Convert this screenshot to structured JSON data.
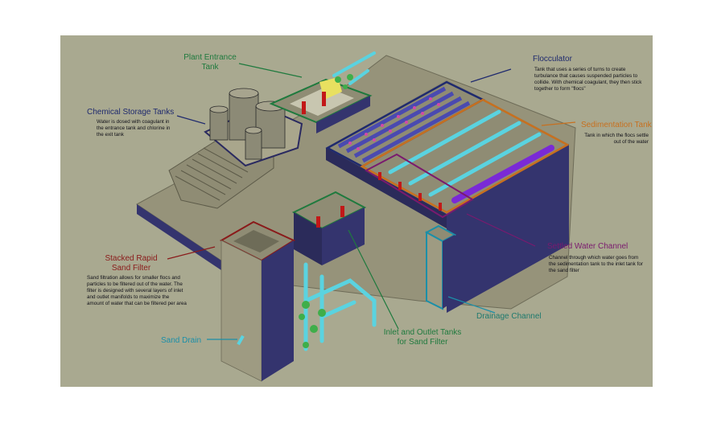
{
  "labels": {
    "plant_entrance": "Plant Entrance\nTank",
    "chemical_storage": {
      "title": "Chemical Storage Tanks",
      "desc": "Water is dosed with coagulant in the entrance tank and chlorine in the exit tank"
    },
    "flocculator": {
      "title": "Flocculator",
      "desc": "Tank that uses a series of turns to create turbulance that causes suspended particles to collide. With chemical coagulant, they then stick together to form \"flocs\""
    },
    "sedimentation": {
      "title": "Sedimentation Tank",
      "desc": "Tank in which the flocs settle out of the water"
    },
    "settled_water": {
      "title": "Settled Water Channel",
      "desc": "Channel through which water goes from the sedimentation tank to the inlet tank for the sand filter"
    },
    "stacked_filter": {
      "title": "Stacked Rapid\nSand Filter",
      "desc": "Sand filtration allows for smaller flocs and particles to be filtered out of the water. The filter is designed with several layers of inlet and outlet manifolds to maximize the amount of water that can be filtered per area"
    },
    "drainage": "Drainage Channel",
    "inlet_outlet": "Inlet and Outlet Tanks\nfor Sand Filter",
    "sand_drain": "Sand Drain"
  },
  "colors": {
    "background": "#a9a990",
    "wall_front": "#34346e",
    "wall_top": "#96937a",
    "pipe": "#5ad3e0",
    "pipe_green": "#3fae4a",
    "flocculator_outline": "#1f2a6e",
    "sedimentation_outline": "#c7701f",
    "settled_outline": "#7a1a6e",
    "filter_outline": "#8a1a1a",
    "inlet_outline": "#1f7a3e",
    "drainage_outline": "#1b8fa8"
  }
}
